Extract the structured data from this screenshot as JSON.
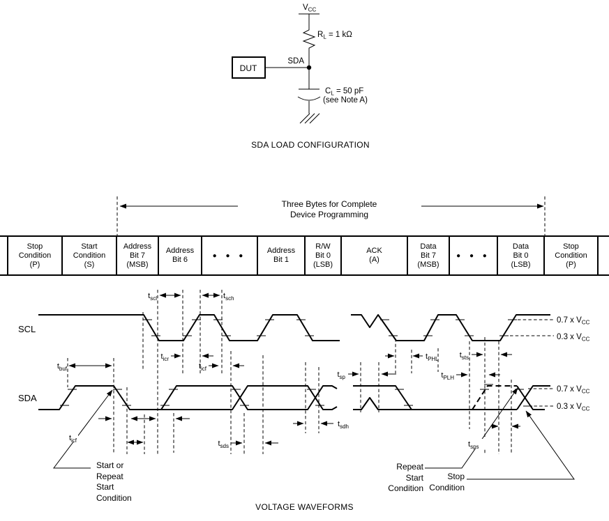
{
  "circuit": {
    "vcc_label": {
      "base": "V",
      "sub": "CC"
    },
    "resistor_label": {
      "base": "R",
      "sub": "L",
      "rest": " = 1 kΩ"
    },
    "dut_label": "DUT",
    "sda_label": "SDA",
    "cap_label": {
      "base": "C",
      "sub": "L",
      "rest": " = 50 pF"
    },
    "cap_note": "(see Note A)",
    "caption": "SDA LOAD CONFIGURATION"
  },
  "byte_strip": {
    "span_line1": "Three Bytes for Complete",
    "span_line2": "Device Programming",
    "dots": "● ● ●",
    "cells": [
      {
        "l1": "Stop",
        "l2": "Condition",
        "l3": "(P)"
      },
      {
        "l1": "Start",
        "l2": "Condition",
        "l3": "(S)"
      },
      {
        "l1": "Address",
        "l2": "Bit 7",
        "l3": "(MSB)"
      },
      {
        "l1": "Address",
        "l2": "Bit 6"
      },
      {
        "l1": "Address",
        "l2": "Bit 1"
      },
      {
        "l1": "R/W",
        "l2": "Bit 0",
        "l3": "(LSB)"
      },
      {
        "l1": "ACK",
        "l2": "(A)"
      },
      {
        "l1": "Data",
        "l2": "Bit 7",
        "l3": "(MSB)"
      },
      {
        "l1": "Data",
        "l2": "Bit 0",
        "l3": "(LSB)"
      },
      {
        "l1": "Stop",
        "l2": "Condition",
        "l3": "(P)"
      }
    ]
  },
  "waveforms": {
    "scl_label": "SCL",
    "sda_label": "SDA",
    "timing": {
      "tbuf": {
        "b": "t",
        "s": "buf"
      },
      "tscl": {
        "b": "t",
        "s": "scl"
      },
      "tsch": {
        "b": "t",
        "s": "sch"
      },
      "ticr": {
        "b": "t",
        "s": "icr"
      },
      "ticf": {
        "b": "t",
        "s": "icf"
      },
      "tsds": {
        "b": "t",
        "s": "sds"
      },
      "tsdh": {
        "b": "t",
        "s": "sdh"
      },
      "tsp": {
        "b": "t",
        "s": "sp"
      },
      "tphl": {
        "b": "t",
        "s": "PHL"
      },
      "tplh": {
        "b": "t",
        "s": "PLH"
      },
      "tsts": {
        "b": "t",
        "s": "sts"
      },
      "tsps": {
        "b": "t",
        "s": "sps"
      }
    },
    "thresholds": {
      "high": {
        "base": "0.7 x V",
        "sub": "CC"
      },
      "low": {
        "base": "0.3 x V",
        "sub": "CC"
      }
    },
    "annotations": {
      "start_line1": "Start or",
      "start_line2": "Repeat",
      "start_line3": "Start",
      "start_line4": "Condition",
      "repeat_line1": "Repeat",
      "repeat_line2": "Start",
      "repeat_line3": "Condition",
      "stop_line1": "Stop",
      "stop_line2": "Condition"
    },
    "caption": "VOLTAGE WAVEFORMS"
  }
}
